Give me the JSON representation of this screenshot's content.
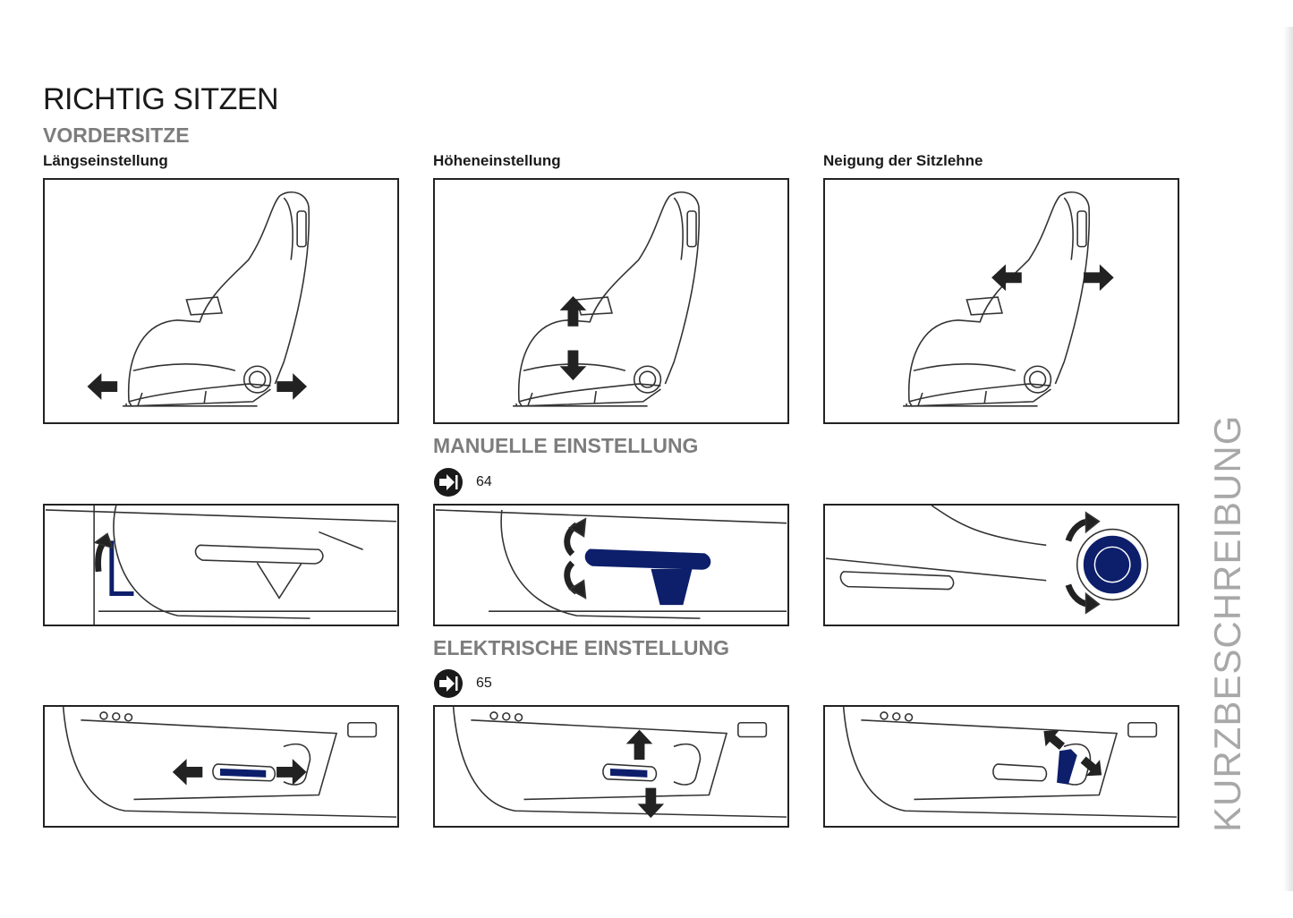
{
  "title": "RICHTIG SITZEN",
  "subtitle": "VORDERSITZE",
  "captions": [
    "Längseinstellung",
    "Höheneinstellung",
    "Neigung der Sitzlehne"
  ],
  "manual": {
    "heading": "MANUELLE EINSTELLUNG",
    "page_ref": "64",
    "icon": "arrow-to-page-icon"
  },
  "electric": {
    "heading": "ELEKTRISCHE EINSTELLUNG",
    "page_ref": "65",
    "icon": "arrow-to-page-icon"
  },
  "side_label": "KURZBESCHREIBUNG",
  "colors": {
    "control_blue": "#0d1f6b",
    "heading_gray": "#7d7d7d",
    "side_gray": "#a8a8a8"
  }
}
